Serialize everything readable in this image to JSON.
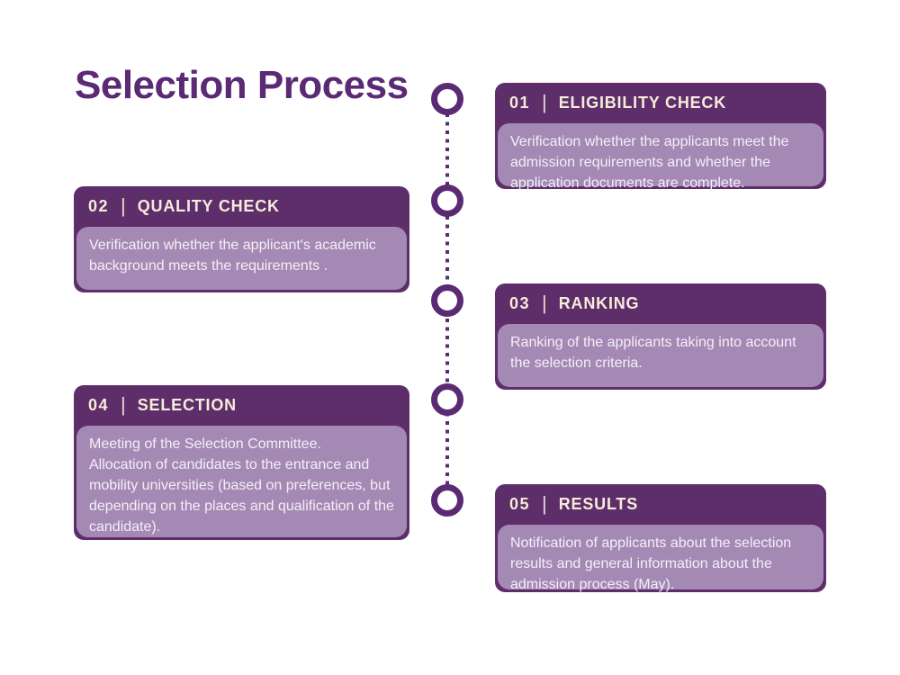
{
  "title": "Selection Process",
  "colors": {
    "accent_purple": "#5b2a75",
    "card_header_bg": "#5e2e6a",
    "card_body_bg": "#a489b5",
    "header_text": "#f6ecda",
    "body_text": "#f4eff7",
    "background": "#ffffff"
  },
  "timeline": {
    "node_count": 5,
    "style": "dotted-line-with-ring-nodes"
  },
  "cards": [
    {
      "number": "01",
      "separator": "|",
      "title": "ELIGIBILITY CHECK",
      "description": "Verification whether the applicants meet the admission requirements and whether the application documents are complete."
    },
    {
      "number": "02",
      "separator": "|",
      "title": "QUALITY CHECK",
      "description": "Verification whether the applicant's academic background meets the requirements ."
    },
    {
      "number": "03",
      "separator": "|",
      "title": "RANKING",
      "description": "Ranking of the applicants taking into account the selection criteria."
    },
    {
      "number": "04",
      "separator": "|",
      "title": "SELECTION",
      "description": "Meeting of the Selection Committee.\nAllocation of candidates to the entrance and mobility universities (based on preferences, but depending on the places and qualification of the candidate)."
    },
    {
      "number": "05",
      "separator": "|",
      "title": "RESULTS",
      "description": "Notification of applicants about the selection results and general information about the admission process (May)."
    }
  ]
}
